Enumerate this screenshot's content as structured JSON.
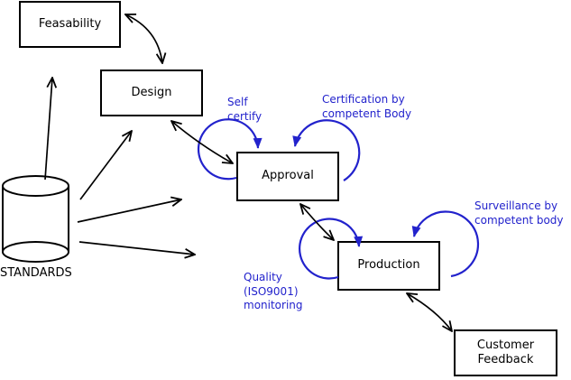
{
  "colors": {
    "background": "#ffffff",
    "line": "#000000",
    "annotation_blue": "#2222cc"
  },
  "boxes": {
    "feasability": {
      "label": "Feasability"
    },
    "design": {
      "label": "Design"
    },
    "approval": {
      "label": "Approval"
    },
    "production": {
      "label": "Production"
    },
    "customer_feedback": {
      "line1": "Customer",
      "line2": "Feedback"
    }
  },
  "datastore": {
    "label": "STANDARDS",
    "shape": "cylinder"
  },
  "annotations": {
    "self_certify": {
      "line1": "Self",
      "line2": "certify"
    },
    "certification": {
      "line1": "Certification by",
      "line2": "competent Body"
    },
    "surveillance": {
      "line1": "Surveillance by",
      "line2": "competent body"
    },
    "quality": {
      "line1": "Quality",
      "line2": "(ISO9001)",
      "line3": "monitoring"
    }
  },
  "edges": [
    {
      "from": "standards",
      "to": "feasability",
      "style": "single-arrow",
      "color": "black"
    },
    {
      "from": "standards",
      "to": "design",
      "style": "single-arrow",
      "color": "black"
    },
    {
      "from": "standards",
      "to": "approval",
      "style": "single-arrow",
      "color": "black"
    },
    {
      "from": "standards",
      "to": "production",
      "style": "single-arrow",
      "color": "black"
    },
    {
      "from": "feasability",
      "to": "design",
      "style": "double-arrow",
      "color": "black"
    },
    {
      "from": "design",
      "to": "approval",
      "style": "double-arrow",
      "color": "black"
    },
    {
      "from": "approval",
      "to": "production",
      "style": "double-arrow",
      "color": "black"
    },
    {
      "from": "production",
      "to": "customer_feedback",
      "style": "double-arrow",
      "color": "black"
    },
    {
      "from": "approval",
      "to": "approval",
      "style": "self-loop",
      "color": "blue",
      "label": "self_certify"
    },
    {
      "from": "approval",
      "to": "approval",
      "style": "self-loop",
      "color": "blue",
      "label": "certification"
    },
    {
      "from": "production",
      "to": "production",
      "style": "self-loop",
      "color": "blue",
      "label": "quality"
    },
    {
      "from": "production",
      "to": "production",
      "style": "self-loop",
      "color": "blue",
      "label": "surveillance"
    }
  ]
}
